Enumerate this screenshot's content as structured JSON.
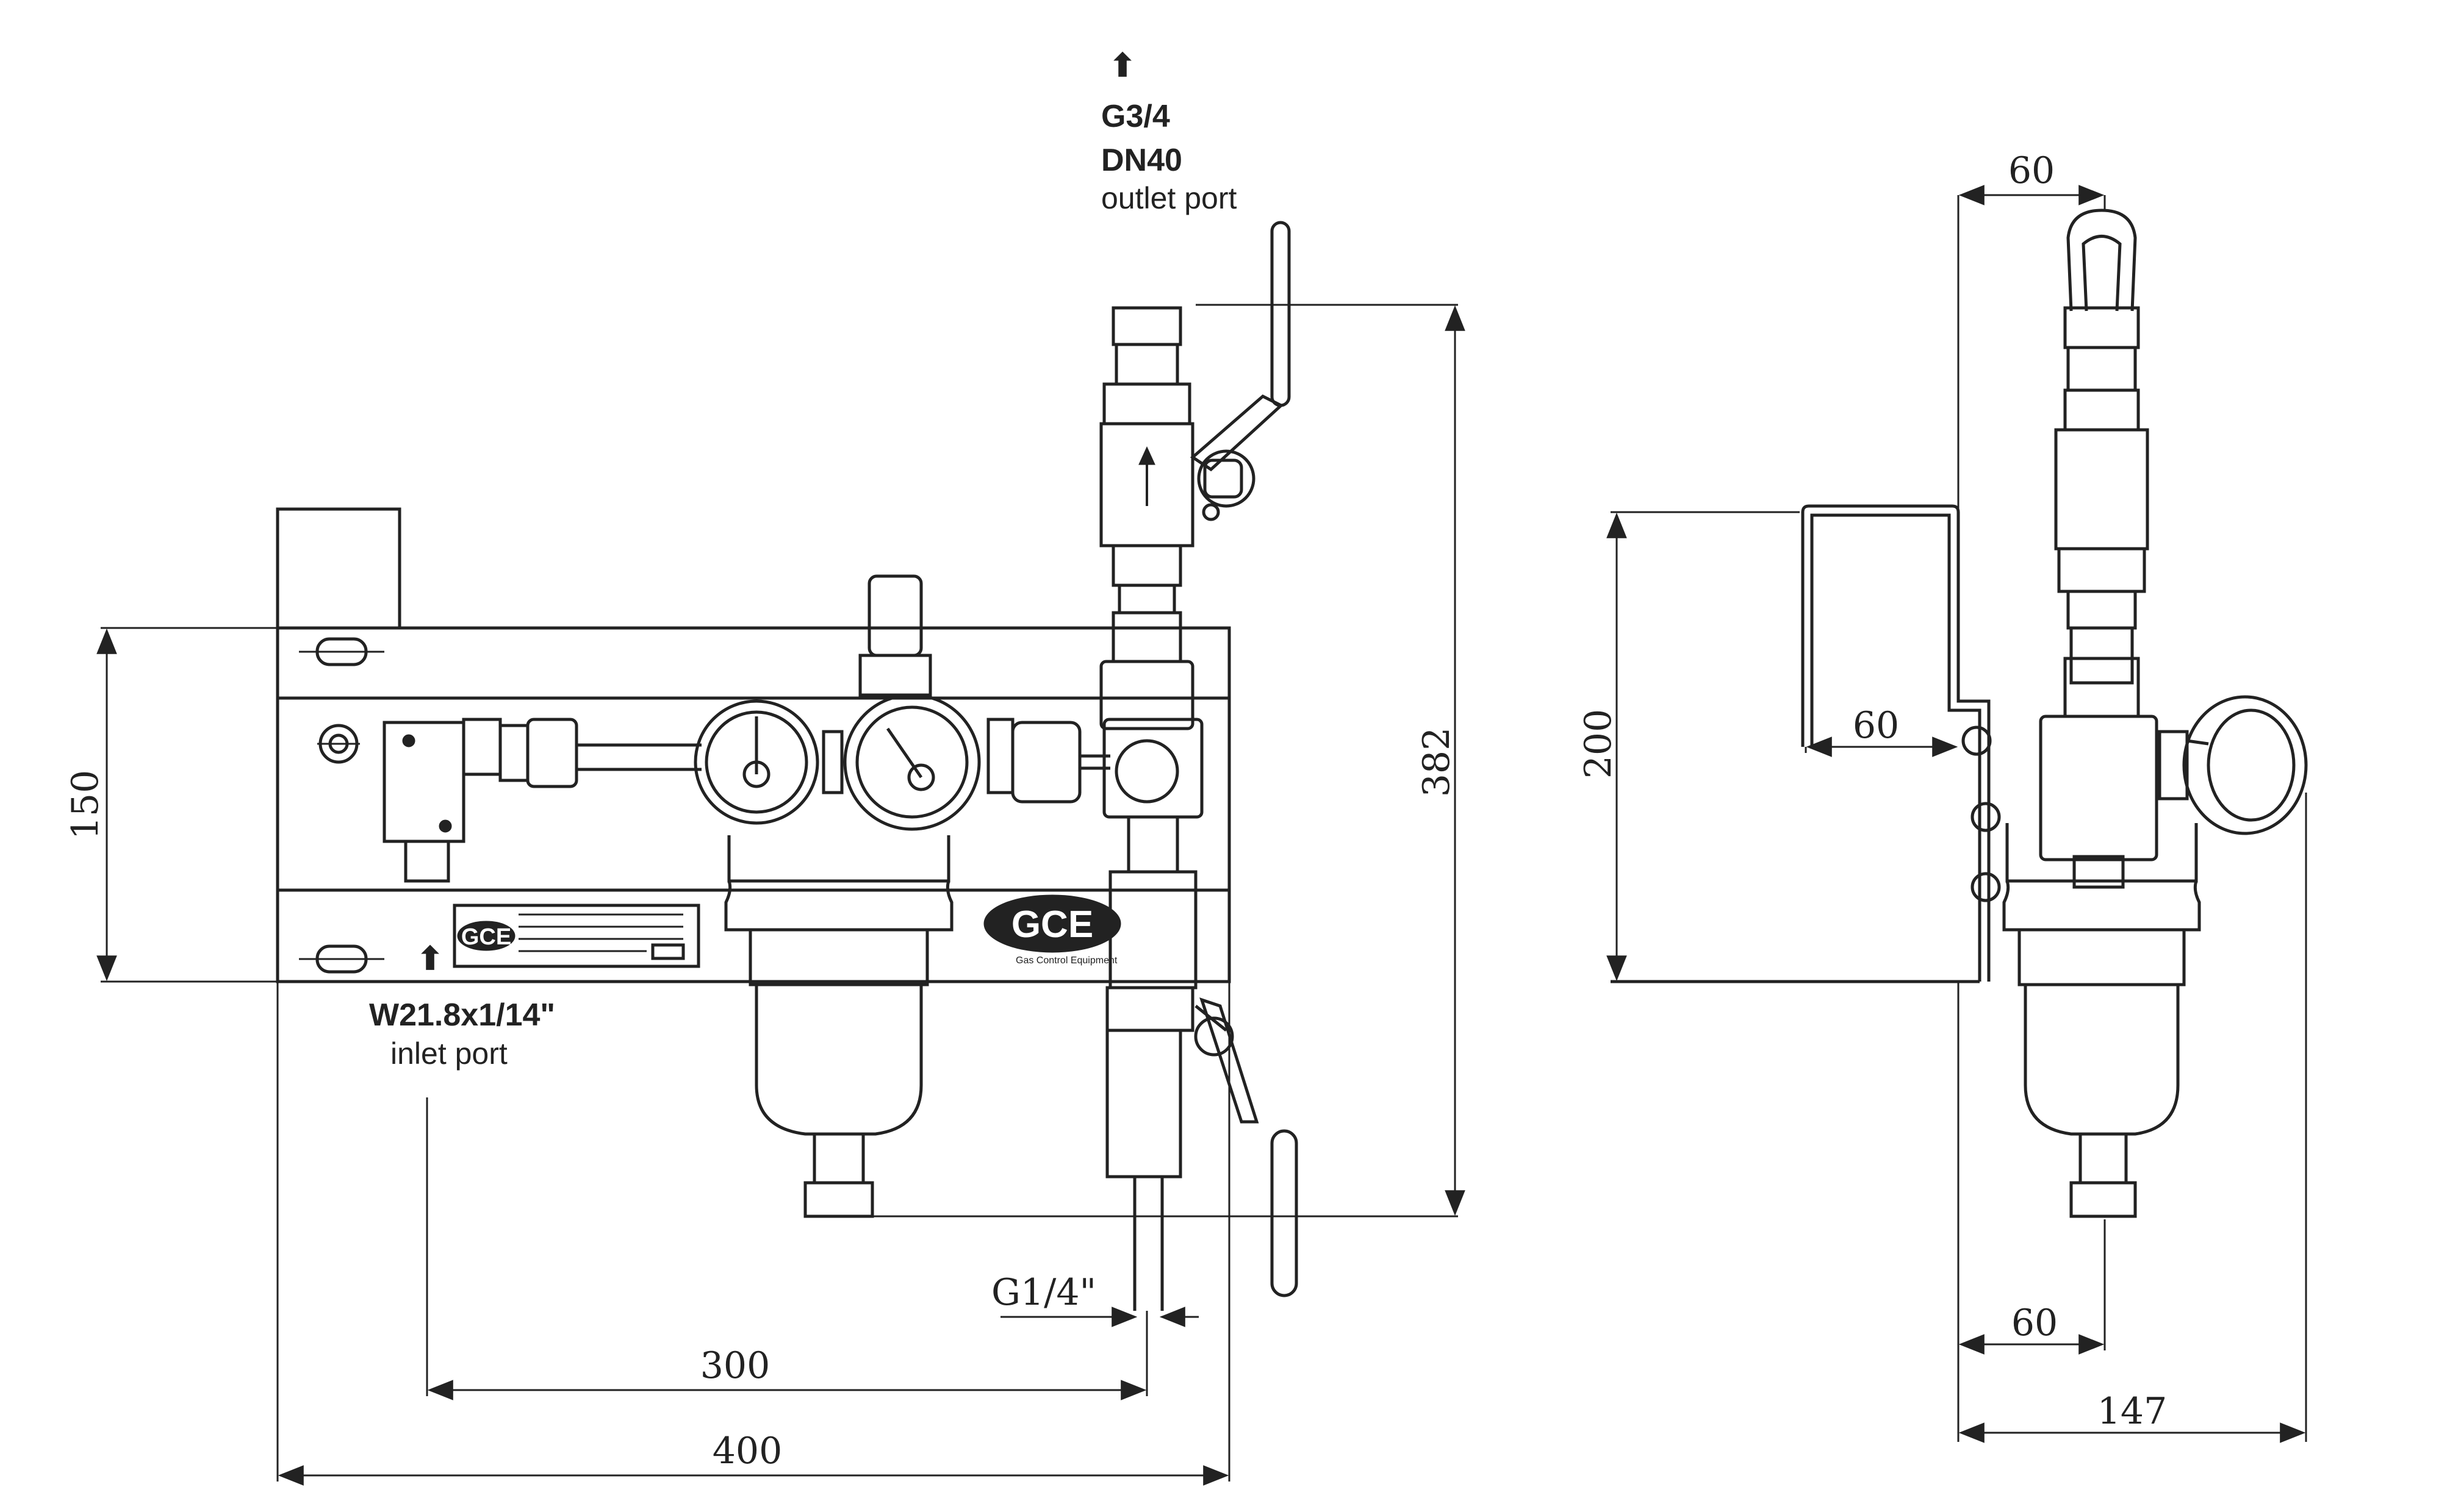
{
  "front_view": {
    "outlet": {
      "arrow": "⬆",
      "thread": "G3/4",
      "size": "DN40",
      "description": "outlet port"
    },
    "inlet": {
      "arrow": "⬆",
      "thread": "W21.8x1/14\"",
      "description": "inlet port"
    },
    "dimensions": {
      "height_total": "382",
      "height_plate": "150",
      "width_plate": "400",
      "inlet_to_outlet": "300",
      "drain_thread": "G1/4\""
    },
    "logo": {
      "mark": "GCE",
      "tagline": "Gas Control Equipment"
    }
  },
  "side_view": {
    "dimensions": {
      "top_offset": "60",
      "bracket_depth": "60",
      "bracket_height": "200",
      "bottom_offset": "60",
      "total_depth": "147"
    }
  }
}
